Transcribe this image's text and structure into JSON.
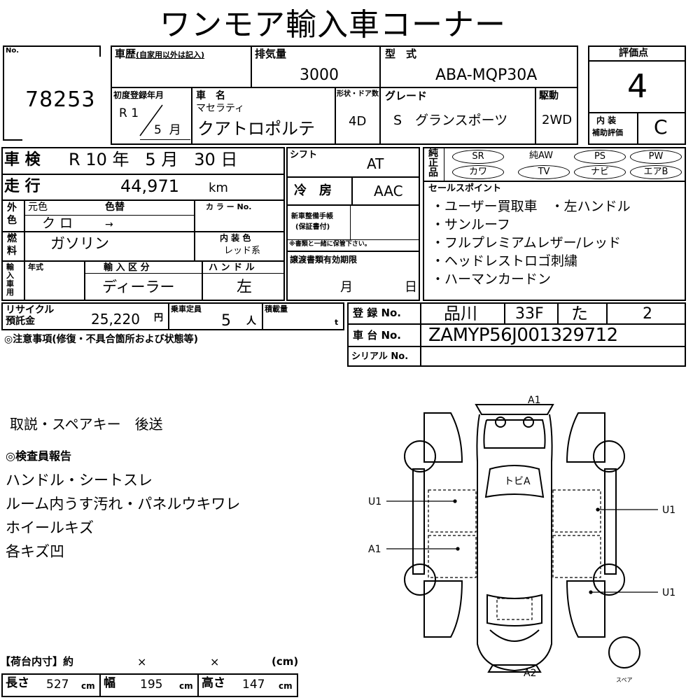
{
  "title": "ワンモア輸入車コーナー",
  "no": {
    "label": "No.",
    "value": "78253"
  },
  "history": {
    "label": "車歴",
    "note": "(自家用以外は記入)"
  },
  "displacement": {
    "label": "排気量",
    "value": "3000"
  },
  "model": {
    "label": "型　式",
    "value": "ABA-MQP30A"
  },
  "score": {
    "label": "評価点",
    "value": "4",
    "interior_label_1": "内 装",
    "interior_label_2": "補助評価",
    "interior_value": "C"
  },
  "first_reg": {
    "label": "初度登録年月",
    "era": "R 1",
    "month": "5",
    "month_unit": "月"
  },
  "car_name": {
    "label": "車　名",
    "maker": "マセラティ",
    "name": "クアトロポルテ"
  },
  "shape": {
    "label": "形状・ドア数",
    "value": "4D"
  },
  "grade": {
    "label": "グレード",
    "value": "S　グランスポーツ"
  },
  "drive": {
    "label": "駆動",
    "value": "2WD"
  },
  "inspection": {
    "label": "車 検",
    "era": "R",
    "year": "10",
    "year_unit": "年",
    "month": "5",
    "month_unit": "月",
    "day": "30",
    "day_unit": "日"
  },
  "mileage": {
    "label": "走 行",
    "value": "44,971",
    "unit": "km"
  },
  "shift": {
    "label": "シフト",
    "value": "AT"
  },
  "ac": {
    "label": "冷　房",
    "value": "AAC"
  },
  "genuine": {
    "label1": "純",
    "label2": "正",
    "label3": "品"
  },
  "equipment": [
    {
      "label": "SR"
    },
    {
      "label": "純AW",
      "plain": true
    },
    {
      "label": "PS"
    },
    {
      "label": "PW"
    },
    {
      "label": "カワ"
    },
    {
      "label": "TV"
    },
    {
      "label": "ナビ"
    },
    {
      "label": "エアB"
    }
  ],
  "sales_points": {
    "label": "セールスポイント",
    "items": [
      "・ユーザー買取車　・左ハンドル",
      "・サンルーフ",
      "・フルプレミアムレザー/レッド",
      "・ヘッドレストロゴ刺繍",
      "・ハーマンカードン"
    ]
  },
  "exterior": {
    "label1": "外",
    "label2": "色",
    "orig_label": "元色",
    "orig_value": "ク ロ",
    "change_label": "色替",
    "change_value": "→",
    "color_no_label": "カ ラ ー No."
  },
  "fuel": {
    "label1": "燃",
    "label2": "料",
    "value": "ガソリン",
    "interior_color_label": "内 装 色",
    "interior_color_value": "レッド系"
  },
  "service_record": {
    "label1": "新車整備手帳",
    "label2": "(保証書付)",
    "note": "※書類と一緒に保管下さい。"
  },
  "import": {
    "label": "輸入車用",
    "year_label": "年式",
    "division_label": "輸 入 区 分",
    "division_value": "ディーラー",
    "handle_label": "ハ ン ド ル",
    "handle_value": "左"
  },
  "transfer": {
    "label": "譲渡書類有効期限",
    "month_unit": "月",
    "day_unit": "日"
  },
  "recycle": {
    "label1": "リサイクル",
    "label2": "預託金",
    "value": "25,220",
    "unit": "円"
  },
  "capacity": {
    "label": "乗車定員",
    "value": "5",
    "unit": "人"
  },
  "load": {
    "label": "積載量",
    "unit": "t"
  },
  "notes_heading": "◎注意事項(修復・不具合箇所および状態等)",
  "registration": {
    "label": "登 録 No.",
    "area": "品川",
    "class": "33F",
    "kana": "た",
    "number": "2"
  },
  "chassis": {
    "label": "車 台 No.",
    "value": "ZAMYP56J001329712"
  },
  "serial": {
    "label": "シリアル No."
  },
  "remarks": "取説・スペアキー　後送",
  "report": {
    "heading": "◎検査員報告",
    "items": [
      "ハンドル・シートスレ",
      "ルーム内うす汚れ・パネルウキワレ",
      "ホイールキズ",
      "各キズ凹"
    ]
  },
  "diagram": {
    "a1_top": "A1",
    "a2_bottom": "A2",
    "roof": "トビA",
    "left_u1": "U1",
    "left_a1": "A1",
    "right_u1_top": "U1",
    "right_u1_bottom": "U1",
    "spare": "スペア"
  },
  "cargo": {
    "heading": "【荷台内寸】約",
    "x1": "×",
    "x2": "×",
    "unit_cm": "(cm)",
    "length_label": "長さ",
    "length": "527",
    "width_label": "幅",
    "width": "195",
    "height_label": "高さ",
    "height": "147",
    "cm": "cm"
  }
}
